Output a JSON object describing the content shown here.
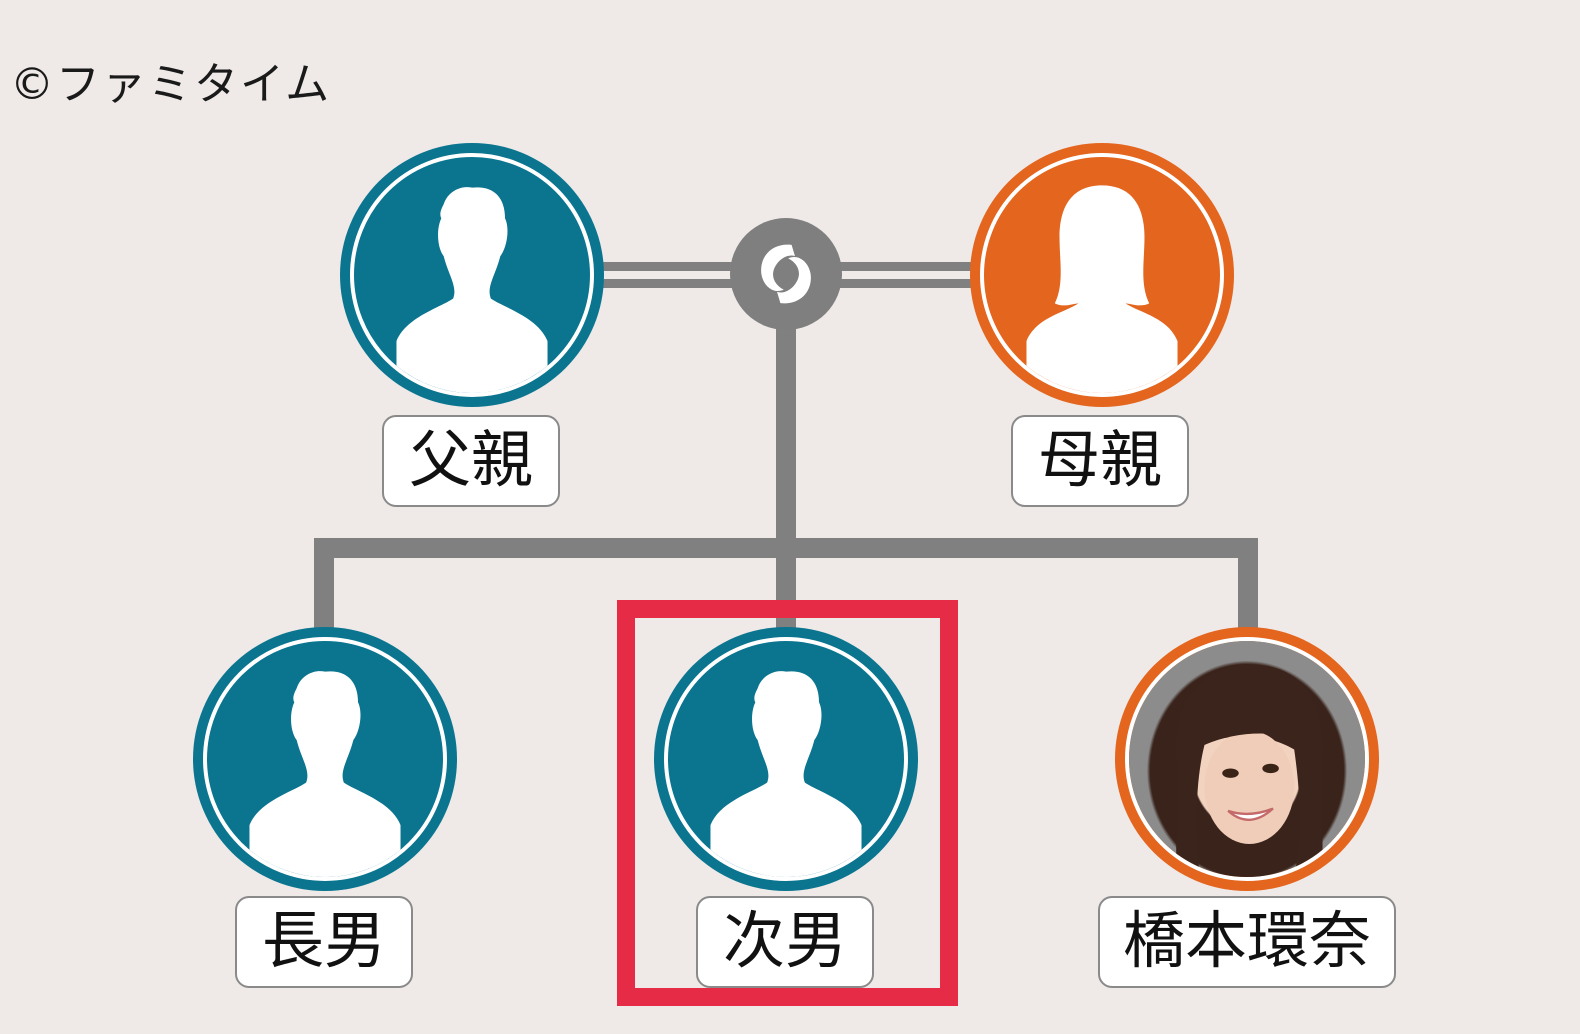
{
  "copyright": "©ファミタイム",
  "colors": {
    "background": "#efeae8",
    "male": "#0b7590",
    "female": "#e3651e",
    "connector": "#808080",
    "highlight": "#e52b46",
    "label_border": "#8a8a8a"
  },
  "parents": {
    "father": {
      "label": "父親",
      "gender": "male",
      "icon": "male-silhouette-icon"
    },
    "mother": {
      "label": "母親",
      "gender": "female",
      "icon": "female-silhouette-icon"
    },
    "union_icon": "marriage-rings-icon"
  },
  "children": [
    {
      "label": "長男",
      "gender": "male",
      "icon": "male-silhouette-icon"
    },
    {
      "label": "次男",
      "gender": "male",
      "icon": "male-silhouette-icon",
      "highlighted": true
    },
    {
      "label": "橋本環奈",
      "gender": "female",
      "icon": "person-photo"
    }
  ]
}
